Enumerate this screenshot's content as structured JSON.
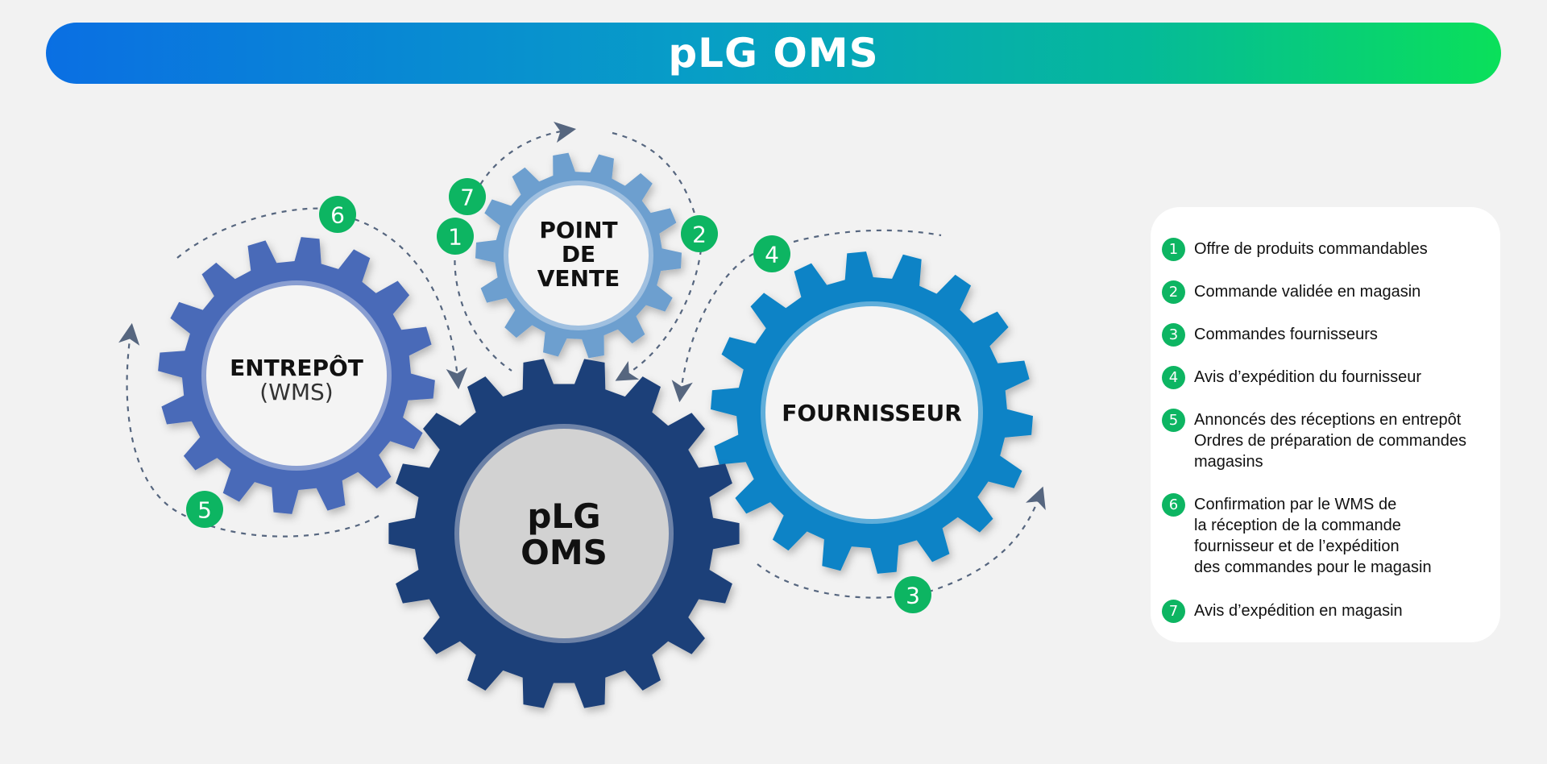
{
  "title": "pLG OMS",
  "gears": {
    "entrepot": {
      "label": "ENTREPÔT",
      "sublabel": "(WMS)"
    },
    "point_de_vente": {
      "lines": [
        "POINT",
        "DE",
        "VENTE"
      ]
    },
    "oms": {
      "lines": [
        "pLG",
        "OMS"
      ]
    },
    "fournisseur": {
      "label": "FOURNISSEUR"
    }
  },
  "badges": [
    "1",
    "2",
    "3",
    "4",
    "5",
    "6",
    "7"
  ],
  "legend": [
    {
      "num": "1",
      "text": "Offre de produits commandables"
    },
    {
      "num": "2",
      "text": "Commande validée en magasin"
    },
    {
      "num": "3",
      "text": "Commandes fournisseurs"
    },
    {
      "num": "4",
      "text": "Avis d’expédition du fournisseur"
    },
    {
      "num": "5",
      "text": "Annoncés des réceptions en entrepôt\nOrdres de préparation de commandes\nmagasins"
    },
    {
      "num": "6",
      "text": "Confirmation par le WMS de\nla réception de la commande\nfournisseur et de l’expédition\ndes commandes pour le magasin"
    },
    {
      "num": "7",
      "text": "Avis d’expédition en magasin"
    }
  ],
  "colors": {
    "badge": "#0db562",
    "entrepot": "#4a6bb8",
    "point_de_vente": "#6d9fcf",
    "oms": "#1f4079",
    "fournisseur": "#0c83c6",
    "arrow": "#56667f"
  }
}
